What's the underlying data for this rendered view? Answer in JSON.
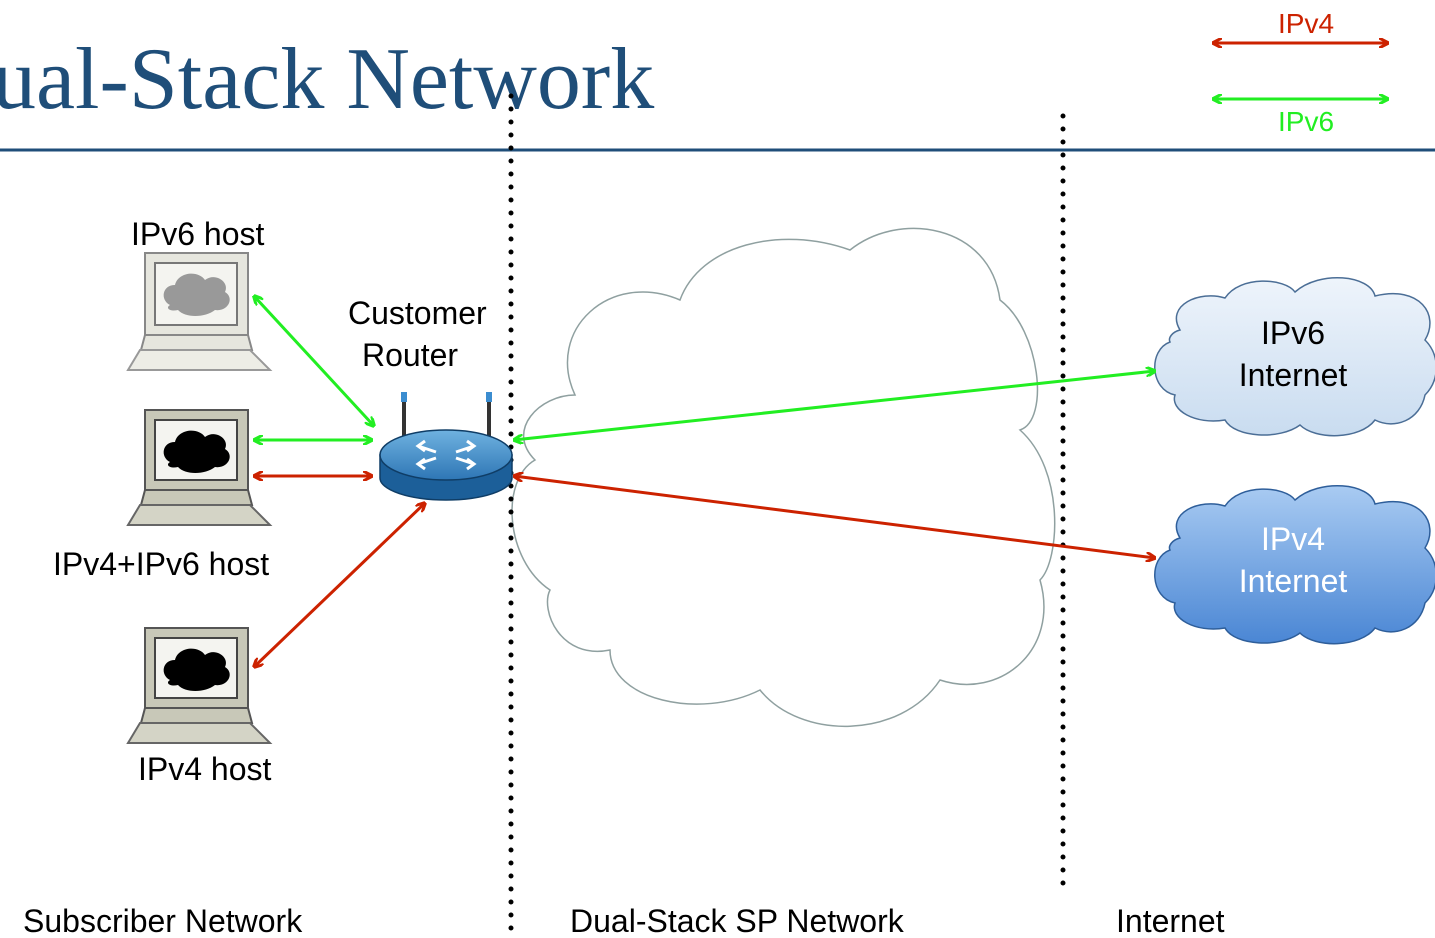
{
  "slide": {
    "title": "ual-Stack Network"
  },
  "legend": {
    "ipv4": {
      "label": "IPv4",
      "color": "#CC2200"
    },
    "ipv6": {
      "label": "IPv6",
      "color": "#22EE22"
    }
  },
  "nodes": {
    "ipv6_host": {
      "label": "IPv6 host",
      "icon": "computer-icon"
    },
    "dual_host": {
      "label": "IPv4+IPv6 host",
      "icon": "computer-icon"
    },
    "ipv4_host": {
      "label": "IPv4 host",
      "icon": "computer-icon"
    },
    "router": {
      "label_line1": "Customer",
      "label_line2": "Router",
      "icon": "router-icon"
    },
    "ipv6_internet": {
      "label_line1": "IPv6",
      "label_line2": "Internet",
      "color": "#DCE9F7"
    },
    "ipv4_internet": {
      "label_line1": "IPv4",
      "label_line2": "Internet",
      "color": "#6FA6E6"
    }
  },
  "zones": {
    "subscriber": "Subscriber Network",
    "sp": "Dual-Stack SP Network",
    "internet": "Internet"
  }
}
